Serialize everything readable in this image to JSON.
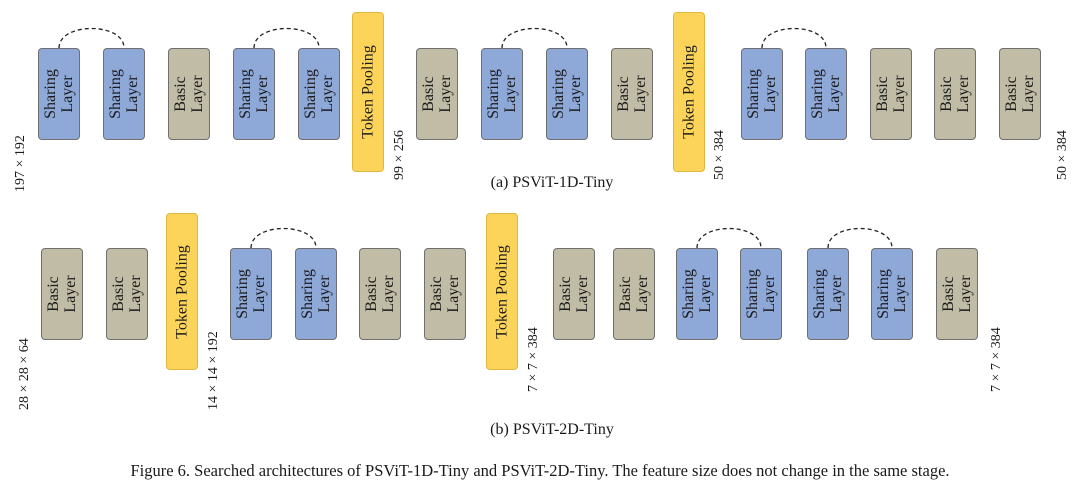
{
  "labels": {
    "basic_line1": "Basic",
    "basic_line2": "Layer",
    "sharing_line1": "Sharing",
    "sharing_line2": "Layer",
    "pooling": "Token Pooling"
  },
  "diagram_a": {
    "caption": "(a) PSViT-1D-Tiny",
    "sequence": [
      "sharing",
      "sharing",
      "basic",
      "sharing",
      "sharing",
      "pool",
      "basic",
      "sharing",
      "sharing",
      "basic",
      "pool",
      "sharing",
      "sharing",
      "basic",
      "basic",
      "basic"
    ],
    "shared_pairs": [
      [
        0,
        1
      ],
      [
        3,
        4
      ],
      [
        7,
        8
      ],
      [
        11,
        12
      ]
    ],
    "feature_sizes": [
      "197 × 192",
      "99 × 256",
      "50 × 384",
      "50 × 384"
    ]
  },
  "diagram_b": {
    "caption": "(b) PSViT-2D-Tiny",
    "sequence": [
      "basic",
      "basic",
      "pool",
      "sharing",
      "sharing",
      "basic",
      "basic",
      "pool",
      "basic",
      "basic",
      "sharing",
      "sharing",
      "sharing",
      "sharing",
      "basic"
    ],
    "shared_pairs": [
      [
        3,
        4
      ],
      [
        10,
        11
      ],
      [
        12,
        13
      ]
    ],
    "feature_sizes": [
      "28 × 28 × 64",
      "14 × 14 × 192",
      "7 × 7 × 384",
      "7 × 7 × 384"
    ]
  },
  "figure_caption": "Figure 6. Searched architectures of PSViT-1D-Tiny and PSViT-2D-Tiny. The feature size does not change in the same stage."
}
